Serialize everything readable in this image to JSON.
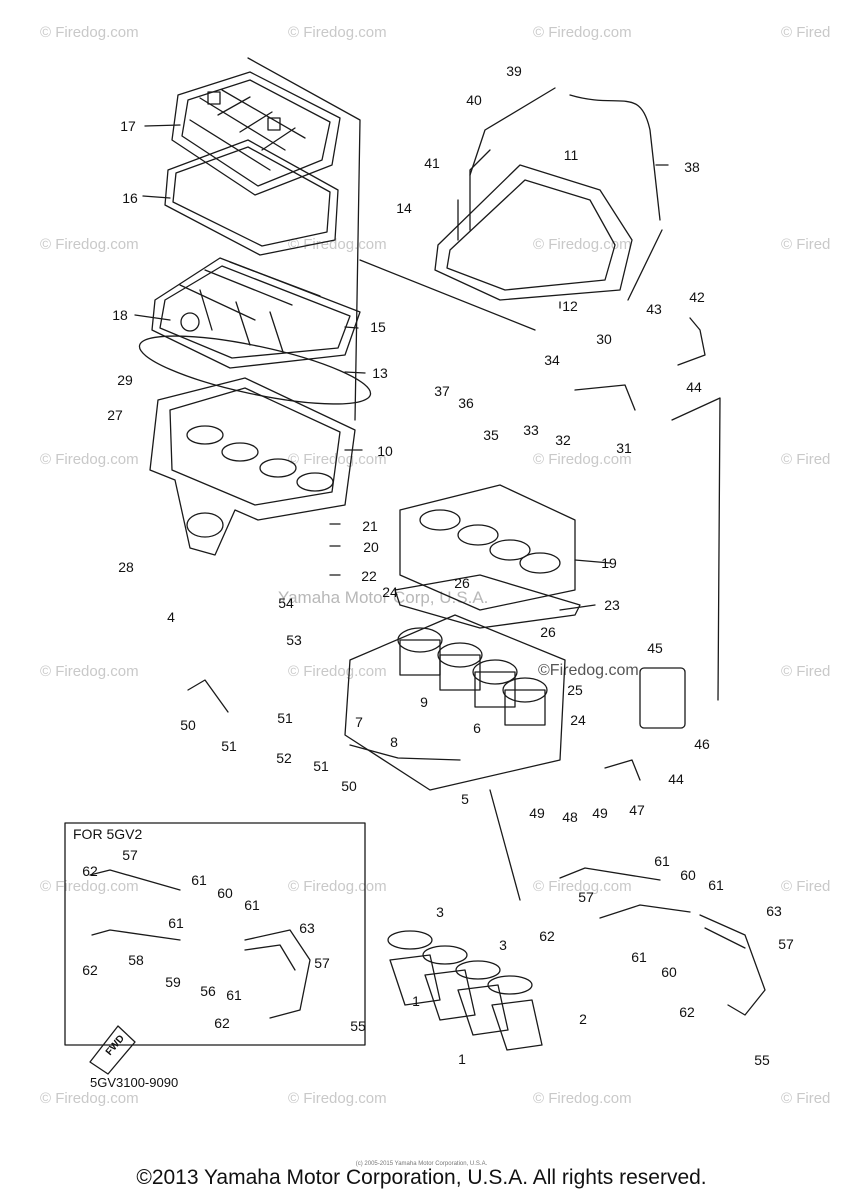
{
  "watermark_text": "© Firedog.com",
  "watermark_text_short": "© Fired",
  "mid_watermark": "Yamaha Motor Corp, U.S.A.",
  "mid_watermark_2": "©Firedog.com",
  "inset_title": "FOR 5GV2",
  "fwd_label": "FWD",
  "diagram_code": "5GV3100-9090",
  "small_copyright": "(c) 2005-2015 Yamaha Motor Corporation, U.S.A.",
  "footer": "©2013 Yamaha Motor Corporation, U.S.A. All rights reserved.",
  "callouts": [
    "1",
    "1",
    "2",
    "3",
    "3",
    "4",
    "5",
    "6",
    "7",
    "8",
    "9",
    "10",
    "11",
    "12",
    "13",
    "14",
    "15",
    "16",
    "17",
    "18",
    "19",
    "20",
    "21",
    "22",
    "23",
    "24",
    "24",
    "25",
    "26",
    "26",
    "27",
    "28",
    "29",
    "30",
    "31",
    "32",
    "33",
    "34",
    "35",
    "36",
    "37",
    "38",
    "39",
    "40",
    "41",
    "42",
    "43",
    "44",
    "44",
    "45",
    "46",
    "47",
    "48",
    "49",
    "49",
    "50",
    "50",
    "51",
    "51",
    "51",
    "52",
    "53",
    "54",
    "55",
    "55",
    "56",
    "57",
    "57",
    "57",
    "57",
    "58",
    "59",
    "60",
    "60",
    "60",
    "61",
    "61",
    "61",
    "61",
    "61",
    "61",
    "61",
    "62",
    "62",
    "62",
    "62",
    "62",
    "63",
    "63"
  ]
}
